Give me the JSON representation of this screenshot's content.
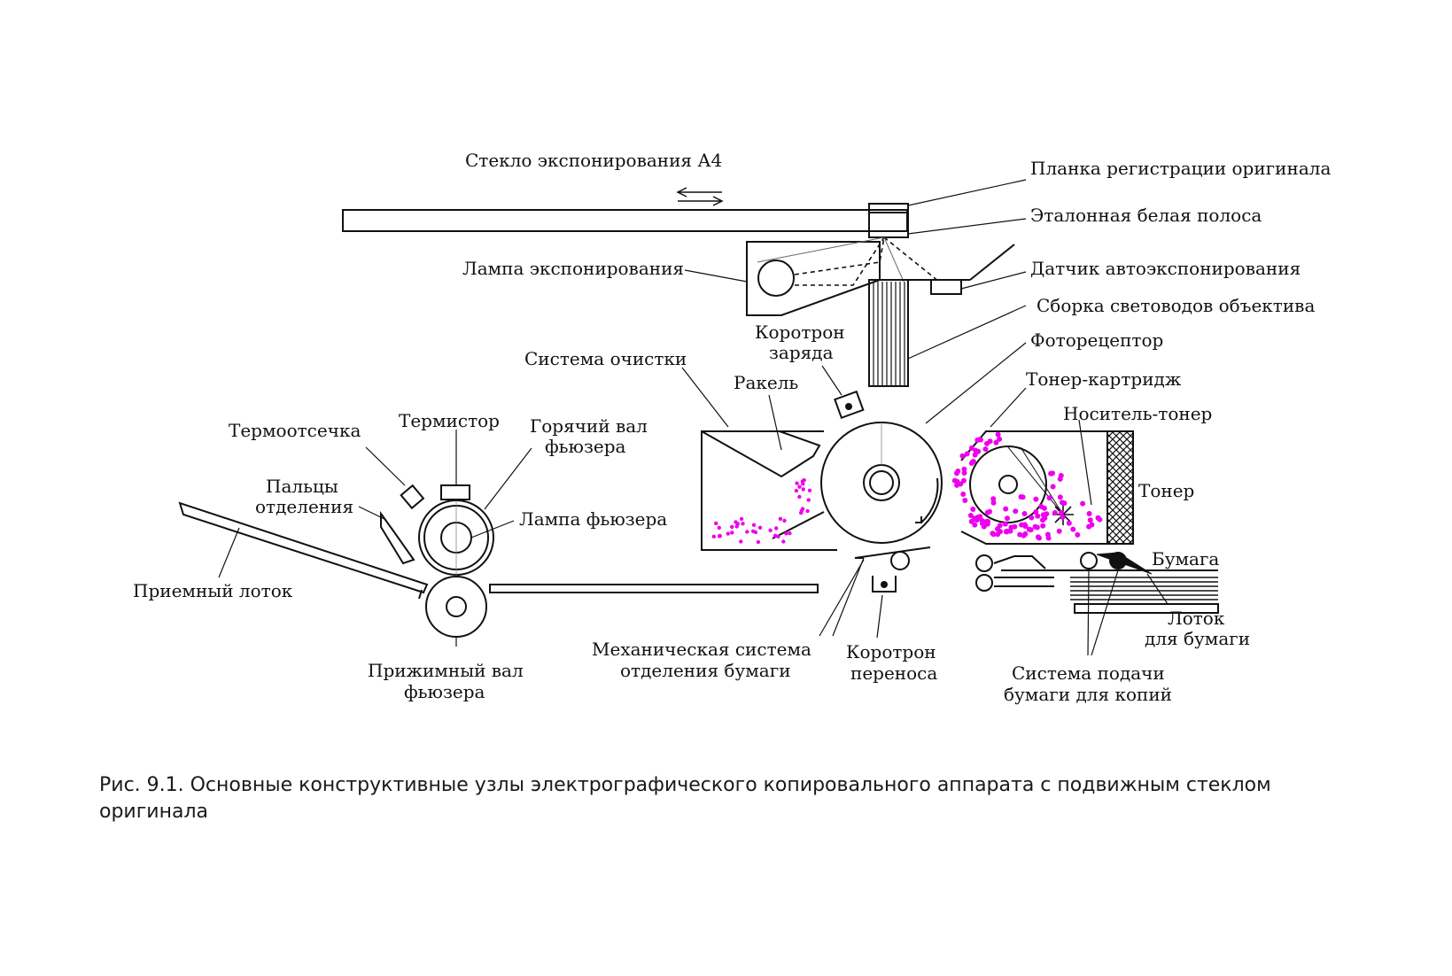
{
  "labels": {
    "glass": "Стекло экспонирования А4",
    "registration_bar": "Планка регистрации оригинала",
    "white_strip": "Эталонная белая полоса",
    "exposure_lamp": "Лампа экспонирования",
    "auto_sensor": "Датчик автоэкспонирования",
    "lens_array": "Сборка световодов объектива",
    "charge_corotron_1": "Коротрон",
    "charge_corotron_2": "заряда",
    "photoreceptor": "Фоторецептор",
    "cleaning_system": "Система очистки",
    "squeegee": "Ракель",
    "toner_cartridge": "Тонер-картридж",
    "carrier_toner": "Носитель-тонер",
    "toner": "Тонер",
    "thermostat": "Термоотсечка",
    "thermistor": "Термистор",
    "hot_roller_1": "Горячий вал",
    "hot_roller_2": "фьюзера",
    "fingers_1": "Пальцы",
    "fingers_2": "отделения",
    "fuser_lamp": "Лампа фьюзера",
    "output_tray": "Приемный лоток",
    "pressure_roller_1": "Прижимный вал",
    "pressure_roller_2": "фьюзера",
    "paper": "Бумага",
    "paper_tray_1": "Лоток",
    "paper_tray_2": "для бумаги",
    "separation_1": "Механическая система",
    "separation_2": "отделения бумаги",
    "transfer_corotron_1": "Коротрон",
    "transfer_corotron_2": "переноса",
    "feed_system_1": "Система подачи",
    "feed_system_2": "бумаги для копий"
  },
  "caption": "Рис. 9.1. Основные конструктивные узлы электрографического копировального аппарата с подвижным стеклом оригинала",
  "colors": {
    "line": "#111111",
    "toner_dots": "#ee00ee"
  }
}
